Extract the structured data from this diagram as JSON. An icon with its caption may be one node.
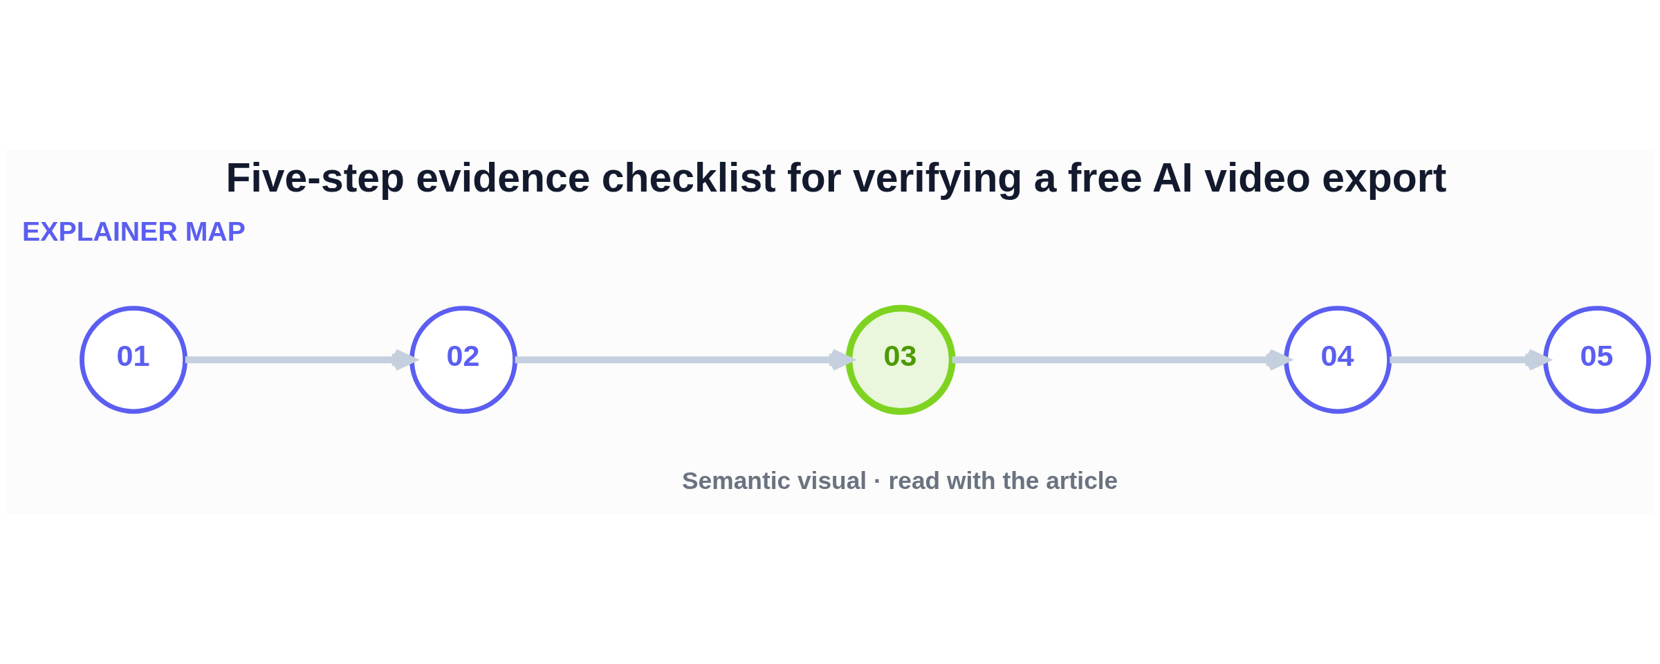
{
  "diagram": {
    "title": "Five-step evidence checklist for verifying a free AI video export",
    "caption": "Semantic visual · read with the article",
    "nodes": [
      {
        "text": [
          "01"
        ]
      },
      {
        "text": [
          "02"
        ]
      },
      {
        "text": [
          "03"
        ]
      },
      {
        "text": [
          "04"
        ]
      },
      {
        "text": [
          "05"
        ]
      }
    ],
    "edges": [
      {
        "from": 0,
        "to": 1,
        "arrow": "to"
      },
      {
        "from": 1,
        "to": 2,
        "arrow": "to"
      },
      {
        "from": 2,
        "to": 3,
        "arrow": "to"
      },
      {
        "from": 3,
        "to": 4,
        "arrow": "to"
      }
    ],
    "labels": [
      "EXPLAINER MAP"
    ]
  }
}
